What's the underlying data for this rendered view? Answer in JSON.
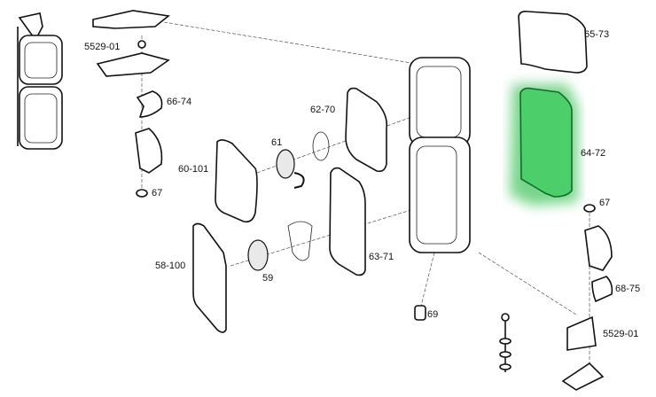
{
  "diagram": {
    "highlight_color": "#3cc35a",
    "highlighted_part": "64-72",
    "labels": {
      "bracket_top": "5529-01",
      "cover_top_bracket": "66-74",
      "washer_top": "67",
      "glass_upper": "60-101",
      "motor_upper": "61",
      "housing_frame_upper": "62-70",
      "back_cover_upper": "65-73",
      "back_cover_lower": "64-72",
      "washer_right": "67",
      "housing_frame_lower": "63-71",
      "glass_lower": "58-100",
      "motor_lower": "59",
      "plug": "69",
      "cover_bottom_bracket": "68-75",
      "bracket_bottom": "5529-01"
    }
  }
}
